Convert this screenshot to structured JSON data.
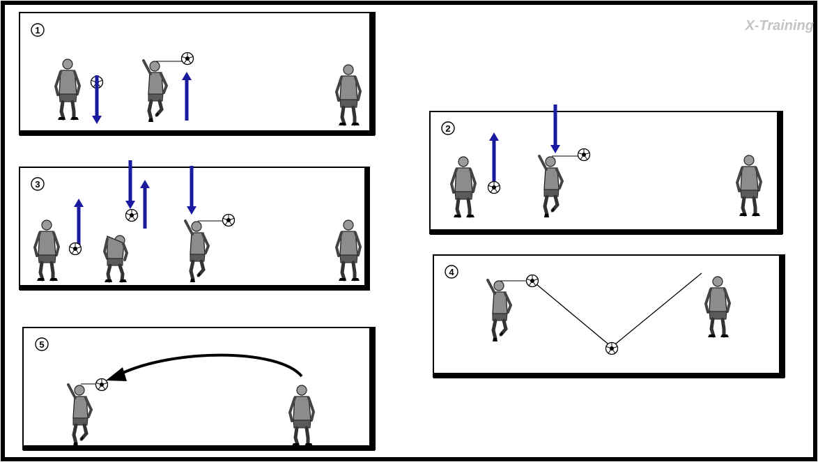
{
  "watermark": "X-Training",
  "colors": {
    "frame": "#000000",
    "arrow": "#1a1a9e",
    "player_fill": "#8c8c8c",
    "player_dark": "#3a3a3a",
    "watermark": "#c4c4c4"
  },
  "panels": [
    {
      "id": "1",
      "label": "1",
      "arrows": [
        "down",
        "up"
      ]
    },
    {
      "id": "2",
      "label": "2",
      "arrows": [
        "up",
        "down"
      ]
    },
    {
      "id": "3",
      "label": "3",
      "arrows": [
        "up",
        "down",
        "up",
        "down"
      ]
    },
    {
      "id": "4",
      "label": "4",
      "arrows": []
    },
    {
      "id": "5",
      "label": "5",
      "arrows": []
    }
  ],
  "icons": [
    "player-figure-icon",
    "soccer-ball-icon",
    "arrow-up-icon",
    "arrow-down-icon",
    "curved-pass-arrow-icon"
  ]
}
